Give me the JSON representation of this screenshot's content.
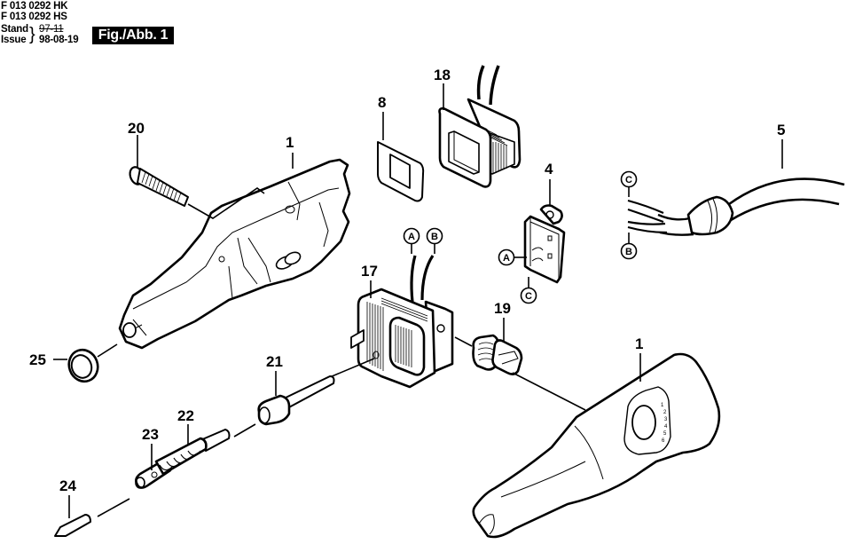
{
  "header": {
    "part_numbers": [
      "F 013 0292 HK",
      "F 013 0292 HS"
    ],
    "stand_label": "Stand",
    "stand_value": "97-11",
    "issue_label": "Issue",
    "issue_value": "98-08-19",
    "figure_label": "Fig./Abb. 1"
  },
  "callouts": {
    "c1_top": "1",
    "c1_bottom": "1",
    "c4": "4",
    "c5": "5",
    "c8": "8",
    "c17": "17",
    "c18": "18",
    "c19": "19",
    "c20": "20",
    "c21": "21",
    "c22": "22",
    "c23": "23",
    "c24": "24",
    "c25": "25"
  },
  "connectors": {
    "coil_a": "A",
    "coil_b": "B",
    "switch_a": "A",
    "switch_c": "C",
    "cord_c": "C",
    "cord_b": "B"
  },
  "dial_scale": [
    "1",
    "2",
    "3",
    "4",
    "5",
    "6"
  ]
}
